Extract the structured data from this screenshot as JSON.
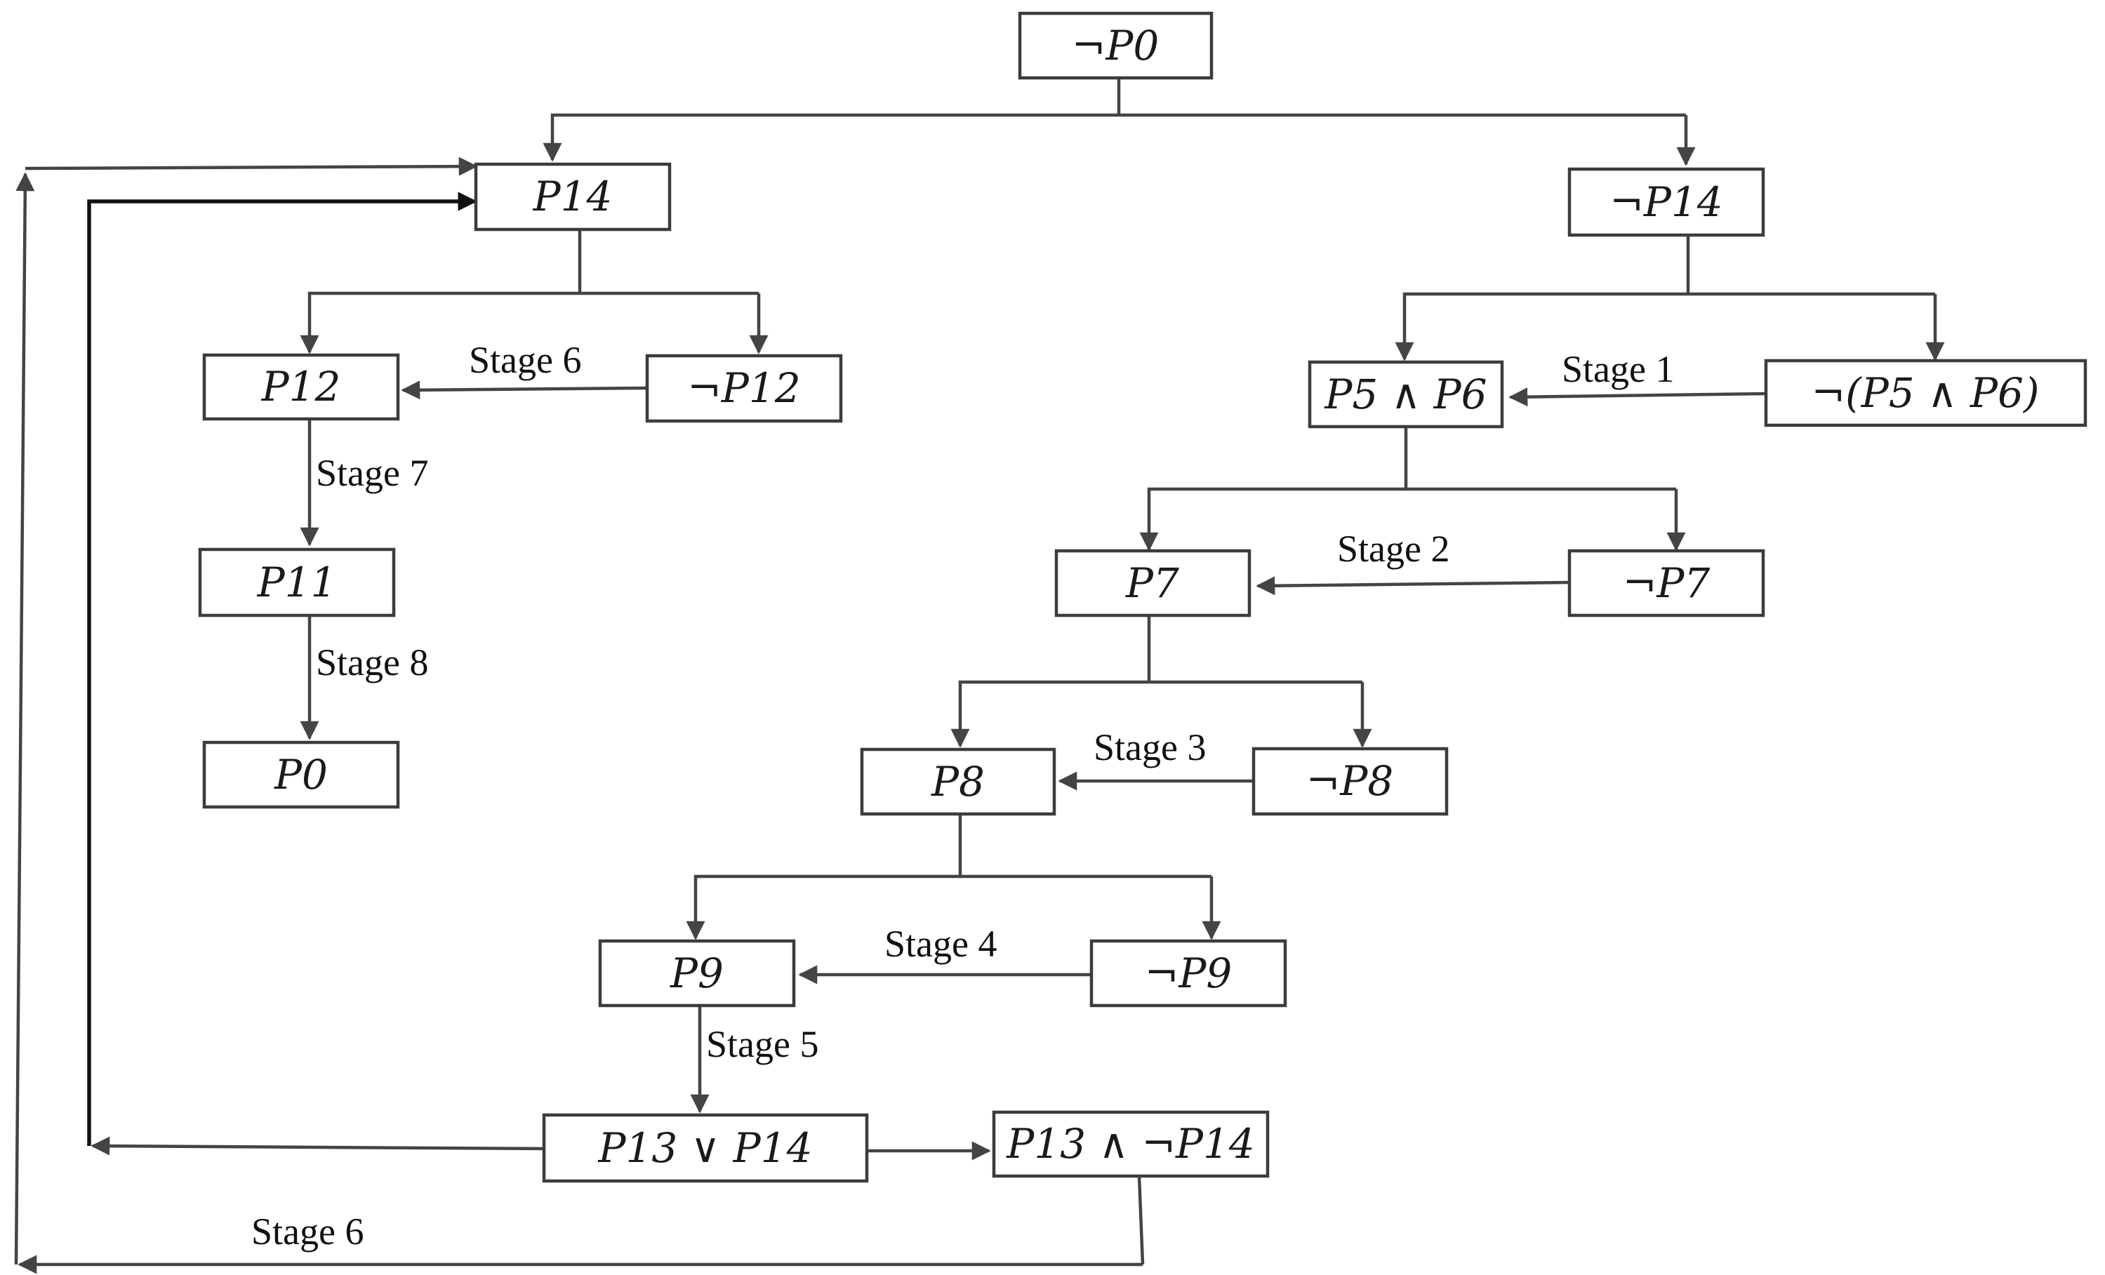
{
  "nodes": {
    "not_p0": "¬P0",
    "p14": "P14",
    "not_p14": "¬P14",
    "p12": "P12",
    "not_p12": "¬P12",
    "p11": "P11",
    "p0": "P0",
    "p5_and_p6": "P5 ∧ P6",
    "not_p5_and_p6": "¬(P5 ∧ P6)",
    "p7": "P7",
    "not_p7": "¬P7",
    "p8": "P8",
    "not_p8": "¬P8",
    "p9": "P9",
    "not_p9": "¬P9",
    "p13_or_p14": "P13 ∨ P14",
    "p13_and_not_p14": "P13 ∧ ¬P14"
  },
  "stages": {
    "s1": "Stage 1",
    "s2": "Stage 2",
    "s3": "Stage 3",
    "s4": "Stage 4",
    "s5": "Stage 5",
    "s6_left": "Stage 6",
    "s6_bottom": "Stage 6",
    "s7": "Stage 7",
    "s8": "Stage 8"
  }
}
